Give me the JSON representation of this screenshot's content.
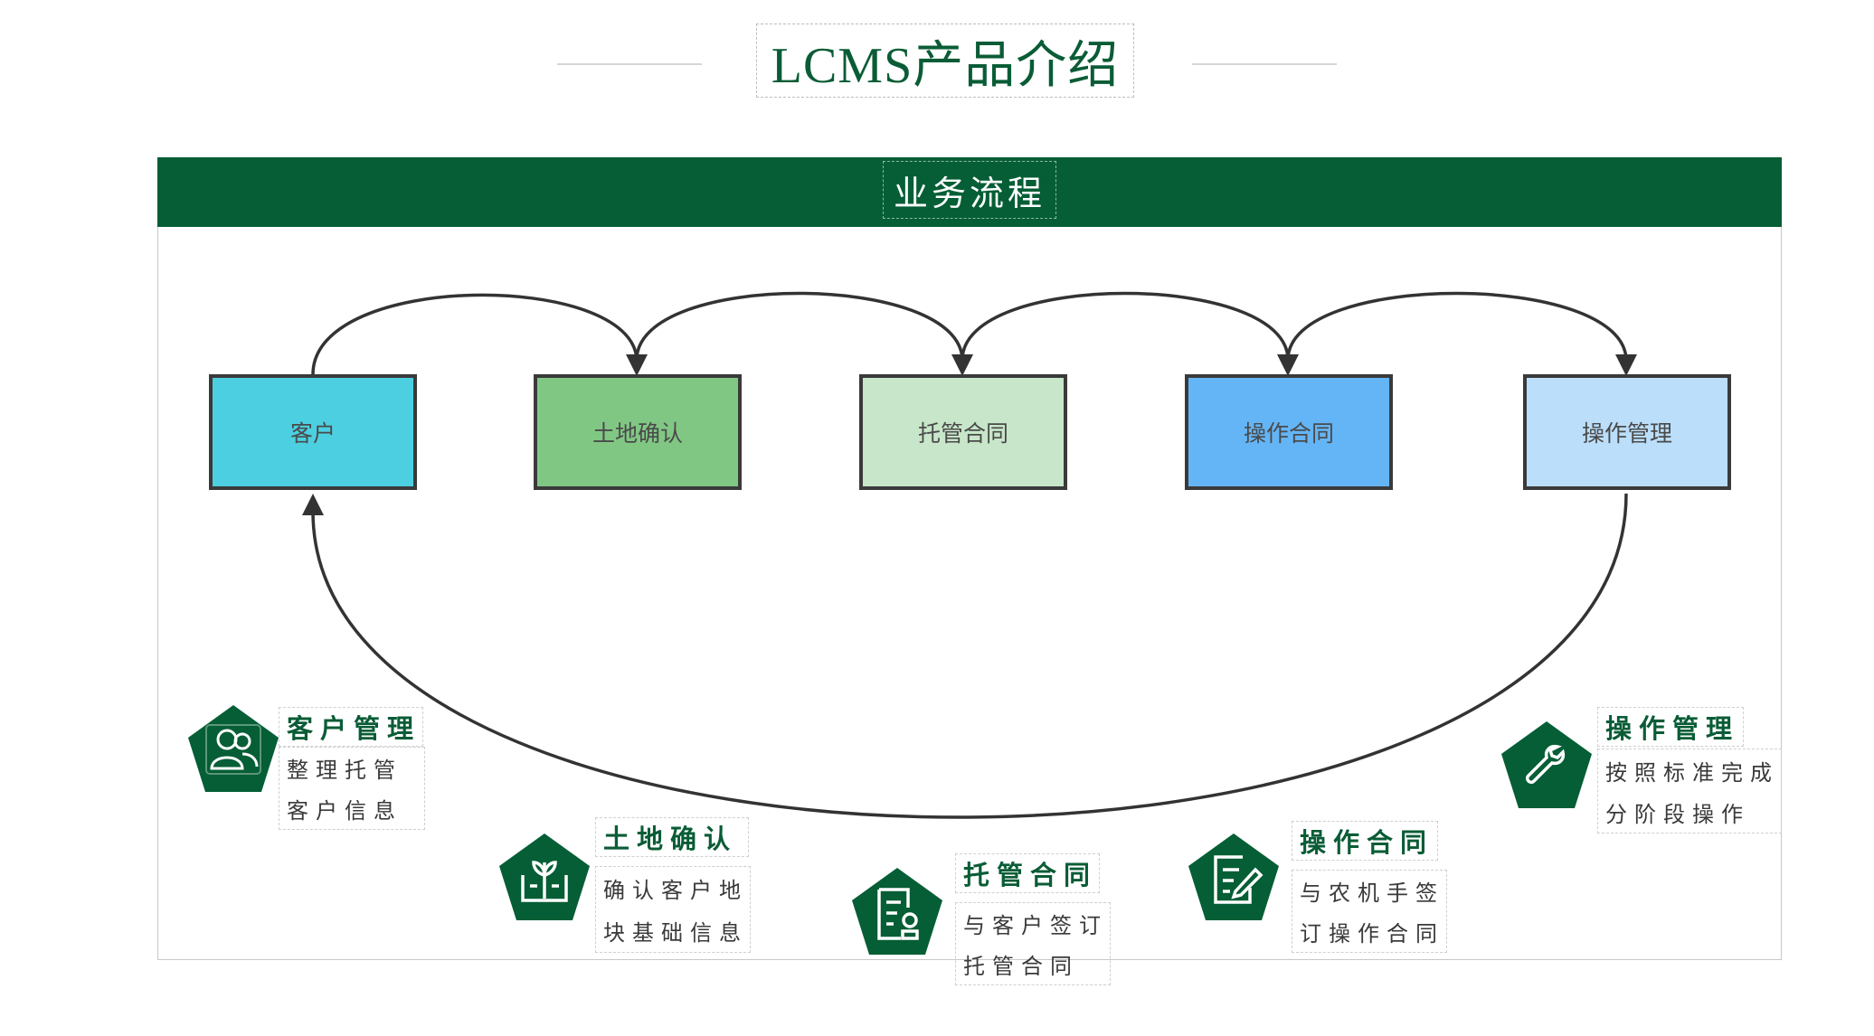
{
  "page": {
    "title": "LCMS产品介绍"
  },
  "panel": {
    "title": "业务流程"
  },
  "flow": {
    "steps": [
      {
        "label": "客户",
        "color": "#4cd0e1"
      },
      {
        "label": "土地确认",
        "color": "#81c784"
      },
      {
        "label": "托管合同",
        "color": "#c8e6c9"
      },
      {
        "label": "操作合同",
        "color": "#64b5f6"
      },
      {
        "label": "操作管理",
        "color": "#bbdefb"
      }
    ]
  },
  "modules": [
    {
      "title": "客户管理",
      "lines": [
        "整理托管",
        "客户信息"
      ],
      "icon": "people-icon"
    },
    {
      "title": "土地确认",
      "lines": [
        "确认客户地",
        "块基础信息"
      ],
      "icon": "land-plant-icon"
    },
    {
      "title": "托管合同",
      "lines": [
        "与客户签订",
        "托管合同"
      ],
      "icon": "contract-document-icon"
    },
    {
      "title": "操作合同",
      "lines": [
        "与农机手签",
        "订操作合同"
      ],
      "icon": "edit-document-icon"
    },
    {
      "title": "操作管理",
      "lines": [
        "按照标准完成",
        "分阶段操作"
      ],
      "icon": "wrench-icon"
    }
  ],
  "colors": {
    "brand_green": "#055e35",
    "text_green": "#0a5c36",
    "arrow": "#333333"
  }
}
